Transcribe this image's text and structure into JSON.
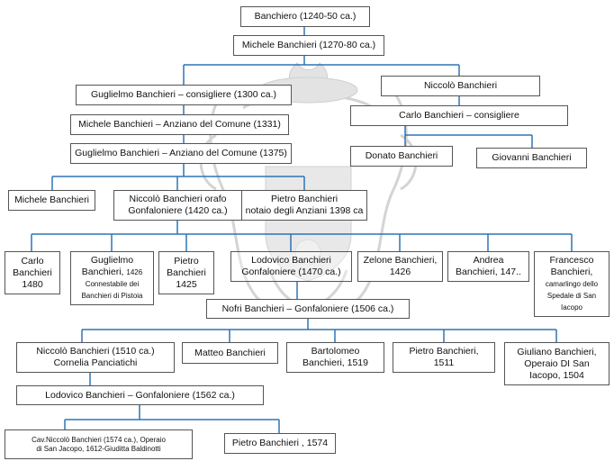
{
  "colors": {
    "connector": "#2e74b5",
    "border": "#555555",
    "text": "#111111",
    "watermark": "#d9d9d9"
  },
  "watermark": {
    "icon": "coat-of-arms-icon"
  },
  "people": {
    "banchiero": "Banchiero (1240-50 ca.)",
    "michele_1270": "Michele Banchieri (1270-80 ca.)",
    "guglielmo_1300": "Guglielmo Banchieri – consigliere  (1300 ca.)",
    "niccolo": "Niccolò Banchieri",
    "michele_1331": "Michele Banchieri – Anziano del Comune (1331)",
    "carlo_consigliere": "Carlo Banchieri – consigliere",
    "guglielmo_1375": "Guglielmo Banchieri – Anziano del Comune (1375)",
    "donato": "Donato Banchieri",
    "giovanni": "Giovanni Banchieri",
    "michele_3": "Michele Banchieri",
    "niccolo_orafo": {
      "line1": "Niccolò Banchieri orafo",
      "line2": "Gonfaloniere (1420 ca.)"
    },
    "pietro_notaio": {
      "line1": "Pietro Banchieri",
      "line2": "notaio degli Anziani 1398 ca"
    },
    "carlo_1480": {
      "line1": "Carlo",
      "line2": "Banchieri",
      "line3": "1480"
    },
    "guglielmo_1426": {
      "line1": "Guglielmo",
      "line2": "Banchieri,",
      "year": "1426",
      "note1": "Connestabile dei",
      "note2": "Banchieri di Pistoia"
    },
    "pietro_1425": {
      "line1": "Pietro",
      "line2": "Banchieri",
      "line3": "1425"
    },
    "lodovico_1470": {
      "line1": "Lodovico Banchieri",
      "line2": "Gonfaloniere (1470 ca.)"
    },
    "zelone": {
      "line1": "Zelone Banchieri,",
      "line2": "1426"
    },
    "andrea": {
      "line1": "Andrea",
      "line2": "Banchieri, 147.."
    },
    "francesco": {
      "line1": "Francesco",
      "line2": "Banchieri,",
      "note1": "camarlingo dello",
      "note2": "Spedale di San",
      "note3": "Iacopo"
    },
    "nofri": "Nofri Banchieri – Gonfaloniere (1506 ca.)",
    "niccolo_1510": {
      "line1": "Niccolò Banchieri  (1510 ca.)",
      "line2": "Cornelia Panciatichi"
    },
    "matteo": "Matteo Banchieri",
    "bartolomeo": {
      "line1": "Bartolomeo",
      "line2": "Banchieri, 1519"
    },
    "pietro_1511": {
      "line1": "Pietro Banchieri,",
      "line2": "1511"
    },
    "giuliano": {
      "line1": "Giuliano Banchieri,",
      "line2": "Operaio DI San",
      "line3": "Iacopo, 1504"
    },
    "lodovico_1562": "Lodovico Banchieri – Gonfaloniere (1562 ca.)",
    "niccolo_1574": {
      "line1": "Cav.Niccolò Banchieri (1574 ca.), Operaio",
      "line2": "di San Jacopo, 1612-Giuditta Baldinotti"
    },
    "pietro_1574": "Pietro  Banchieri , 1574"
  }
}
